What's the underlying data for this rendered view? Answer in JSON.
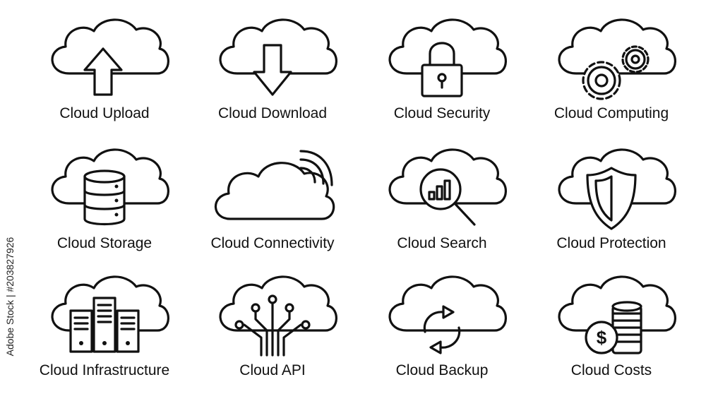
{
  "icons": [
    {
      "label": "Cloud Upload",
      "icon": "cloud-upload-icon"
    },
    {
      "label": "Cloud Download",
      "icon": "cloud-download-icon"
    },
    {
      "label": "Cloud Security",
      "icon": "cloud-security-icon"
    },
    {
      "label": "Cloud Computing",
      "icon": "cloud-computing-icon"
    },
    {
      "label": "Cloud Storage",
      "icon": "cloud-storage-icon"
    },
    {
      "label": "Cloud Connectivity",
      "icon": "cloud-connectivity-icon"
    },
    {
      "label": "Cloud Search",
      "icon": "cloud-search-icon"
    },
    {
      "label": "Cloud Protection",
      "icon": "cloud-protection-icon"
    },
    {
      "label": "Cloud Infrastructure",
      "icon": "cloud-infrastructure-icon"
    },
    {
      "label": "Cloud API",
      "icon": "cloud-api-icon"
    },
    {
      "label": "Cloud Backup",
      "icon": "cloud-backup-icon"
    },
    {
      "label": "Cloud Costs",
      "icon": "cloud-costs-icon"
    }
  ],
  "watermark": {
    "text": "Adobe Stock | #203827926"
  },
  "colors": {
    "stroke": "#111111",
    "background": "#ffffff"
  }
}
